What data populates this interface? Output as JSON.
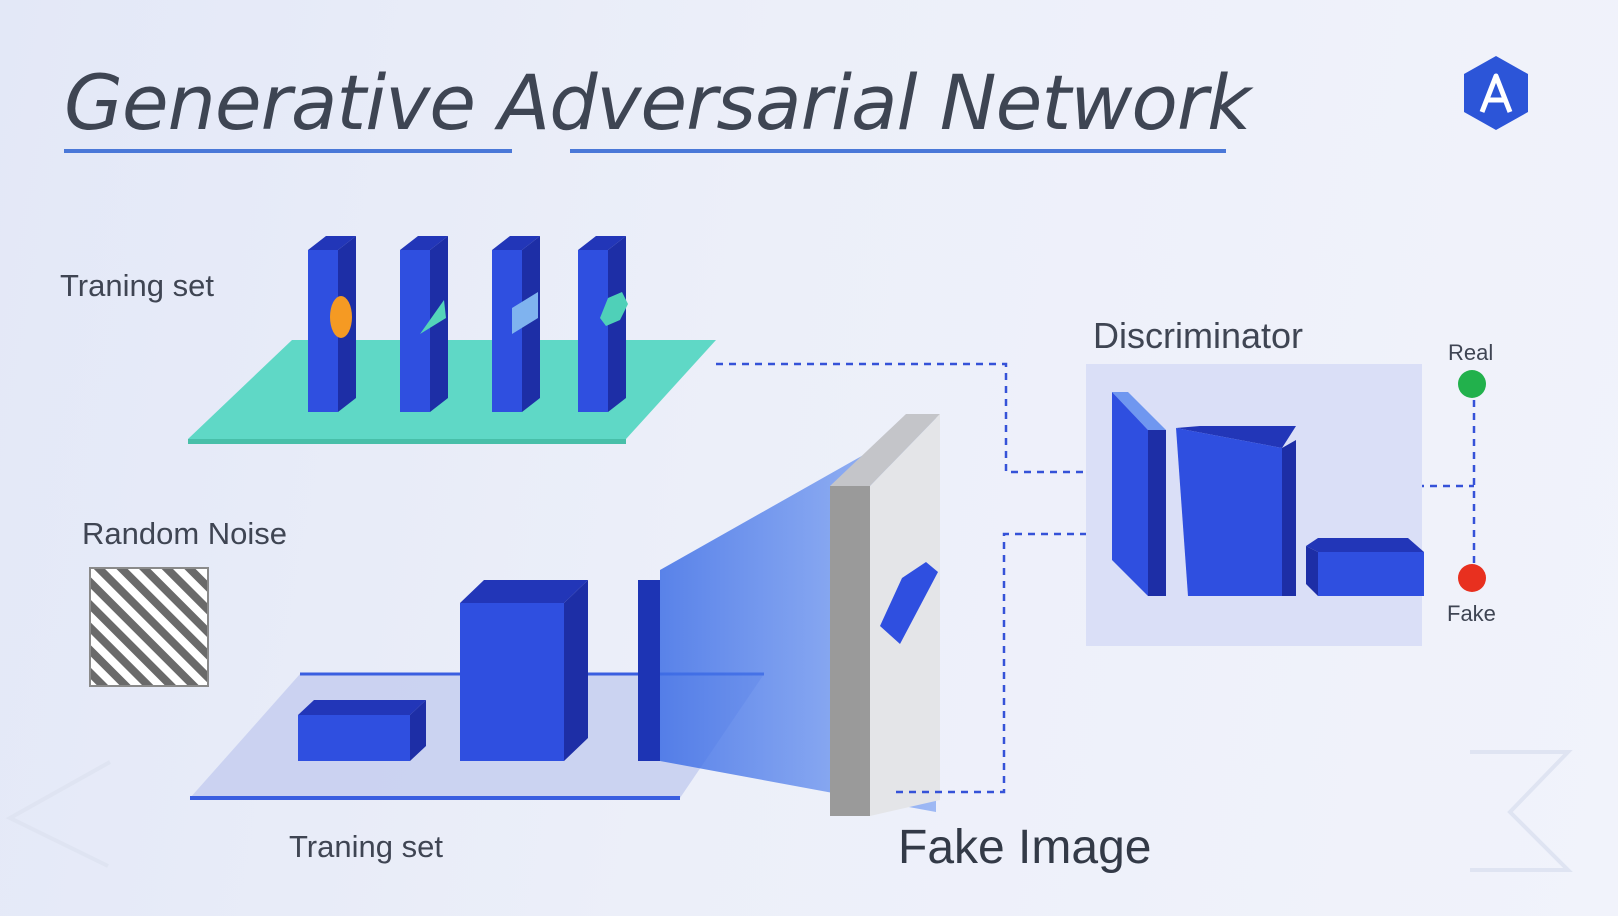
{
  "title": "Generative Adversarial Network",
  "labels": {
    "training_set_top": "Traning set",
    "random_noise": "Random Noise",
    "training_set_bottom": "Traning set",
    "discriminator": "Discriminator",
    "real": "Real",
    "fake": "Fake",
    "fake_image": "Fake Image"
  },
  "logo": {
    "letter": "A"
  },
  "colors": {
    "text": "#3e4553",
    "title_underline": "#4a78d8",
    "block_front": "#2f4fe0",
    "block_top": "#2236b8",
    "block_side": "#1d2ea6",
    "training_platform": "#5fd8c6",
    "generator_platform": "#c6cef0",
    "discriminator_panel": "#dadff7",
    "image_panel": "#e2e3e6",
    "image_panel_edge": "#9a9a9a",
    "real_dot": "#22b14c",
    "fake_dot": "#e8301f",
    "connector": "#3552d8",
    "logo": "#2c55d8"
  }
}
